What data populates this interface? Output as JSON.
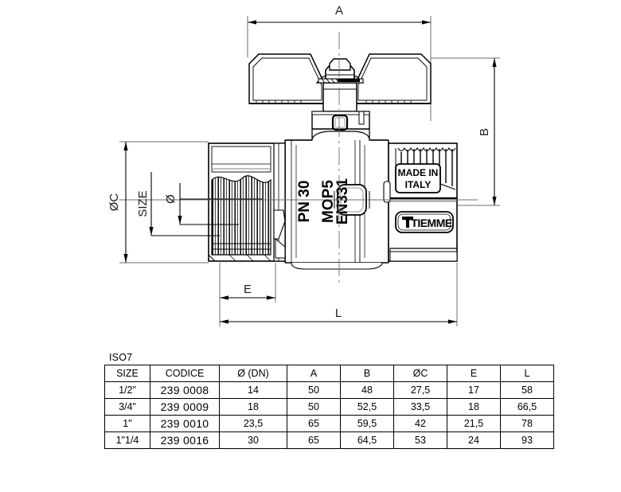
{
  "drawing": {
    "title": "Ball valve with butterfly handle - technical drawing",
    "dimensions": {
      "a": "A",
      "b": "B",
      "c": "ØC",
      "size": "SIZE",
      "dia": "Ø",
      "e": "E",
      "l": "L"
    },
    "body_markings": {
      "pn": "PN 30",
      "mop": "MOP5",
      "en": "EN331",
      "made_in_line1": "MADE IN",
      "made_in_line2": "ITALY",
      "brand": "TIEMME"
    },
    "colors": {
      "line": "#000000",
      "thin_line": "#6e6e6e",
      "label": "#1a1a2e",
      "fill": "#ffffff"
    }
  },
  "table": {
    "standard_label": "ISO7",
    "headers": [
      "SIZE",
      "CODICE",
      "Ø (DN)",
      "A",
      "B",
      "ØC",
      "E",
      "L"
    ],
    "rows": [
      {
        "size": "1/2\"",
        "codice": "239 0008",
        "dn": "14",
        "a": "50",
        "b": "48",
        "oc": "27,5",
        "e": "17",
        "l": "58"
      },
      {
        "size": "3/4\"",
        "codice": "239 0009",
        "dn": "18",
        "a": "50",
        "b": "52,5",
        "oc": "33,5",
        "e": "18",
        "l": "66,5"
      },
      {
        "size": "1\"",
        "codice": "239 0010",
        "dn": "23,5",
        "a": "65",
        "b": "59,5",
        "oc": "42",
        "e": "21,5",
        "l": "78"
      },
      {
        "size": "1\"1/4",
        "codice": "239 0016",
        "dn": "30",
        "a": "65",
        "b": "64,5",
        "oc": "53",
        "e": "24",
        "l": "93"
      }
    ]
  }
}
